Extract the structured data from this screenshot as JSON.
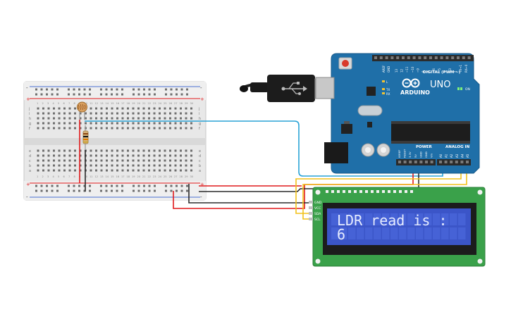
{
  "arduino": {
    "brand": "ARDUINO",
    "model": "UNO",
    "on_label": "ON",
    "digital_label": "DIGITAL (PWM ~)",
    "analog_label": "ANALOG IN",
    "power_label": "POWER",
    "tx_label": "TX",
    "rx_label": "RX",
    "l_label": "L",
    "aref_label": "AREF",
    "gnd_label": "GND",
    "digital_pins": [
      "13",
      "12",
      "~11",
      "~10",
      "~9",
      "8",
      "7",
      "~6",
      "~5",
      "4",
      "~3",
      "2",
      "TX→1",
      "RX←0"
    ],
    "power_pins": [
      "IOREF",
      "RESET",
      "3.3V",
      "5V",
      "GND",
      "GND",
      "Vin"
    ],
    "analog_pins": [
      "A0",
      "A1",
      "A2",
      "A3",
      "A4",
      "A5"
    ],
    "colors": {
      "board": "#1f6fa8",
      "header": "#2b2b2b"
    }
  },
  "lcd": {
    "line1": "LDR read is :",
    "line2": "6",
    "pins": [
      "GND",
      "VCC",
      "SDA",
      "SCL"
    ],
    "colors": {
      "pcb": "#3aa14a",
      "screen": "#3b55c8",
      "text": "#e6ecff"
    }
  },
  "breadboard": {
    "top_rail_signs": [
      "-",
      "+"
    ],
    "bottom_rail_signs": [
      "+",
      "-"
    ],
    "row_letters_top": [
      "j",
      "i",
      "h",
      "g",
      "f"
    ],
    "row_letters_bottom": [
      "e",
      "d",
      "c",
      "b",
      "a"
    ],
    "column_numbers": [
      "1",
      "2",
      "3",
      "4",
      "5",
      "6",
      "7",
      "8",
      "9",
      "10",
      "11",
      "12",
      "13",
      "14",
      "15",
      "16",
      "17",
      "18",
      "19",
      "20",
      "21",
      "22",
      "23",
      "24",
      "25",
      "26",
      "27",
      "28",
      "29",
      "30"
    ]
  },
  "wires": {
    "colors": {
      "signal": "#2aa3d6",
      "power": "#e0191b",
      "ground": "#2b2b2b",
      "i2c": "#f2c21b"
    }
  }
}
